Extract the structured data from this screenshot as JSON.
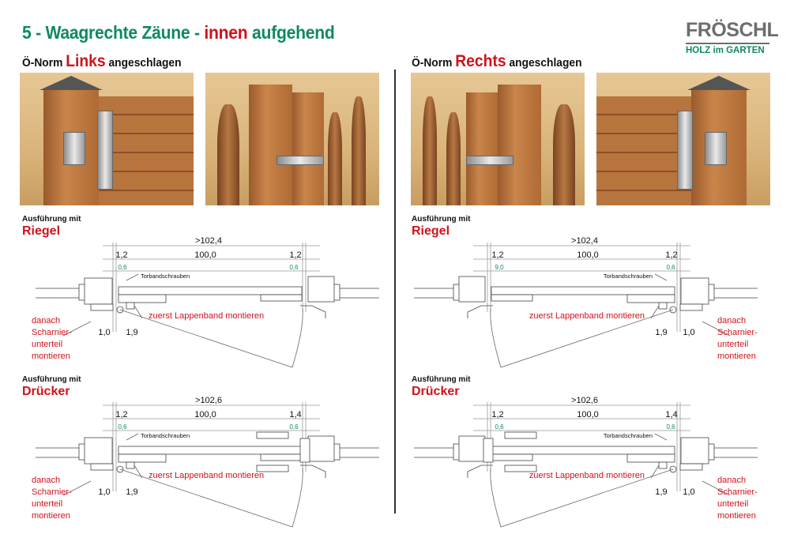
{
  "title": {
    "prefix": "5 - Waagrechte Zäune - ",
    "highlight": "innen",
    "suffix": " aufgehend"
  },
  "logo": {
    "name": "FRÖSCHL",
    "tagline": "HOLZ im GARTEN"
  },
  "colors": {
    "green": "#0e8a5f",
    "red": "#d0121b",
    "logo_gray": "#6d6e70"
  },
  "left": {
    "heading": {
      "prefix": "Ö-Norm ",
      "highlight": "Links",
      "suffix": " angeschlagen"
    },
    "riegel": {
      "caption": "Ausführung mit",
      "type": "Riegel",
      "total": ">102,4",
      "dim_hinge": "1,2",
      "dim_mid": "100,0",
      "dim_latch": "1,2",
      "gap_hinge": "0,6",
      "gap_latch": "0,6",
      "screws": "Torbandschrauben",
      "step1": "zuerst Lappenband montieren",
      "step2": [
        "danach",
        "Scharnier-",
        "unterteil",
        "montieren"
      ],
      "dim_a": "1,0",
      "dim_b": "1,9"
    },
    "druecker": {
      "caption": "Ausführung mit",
      "type": "Drücker",
      "total": ">102,6",
      "dim_hinge": "1,2",
      "dim_mid": "100,0",
      "dim_latch": "1,4",
      "gap_hinge": "0,6",
      "gap_latch": "0,6",
      "screws": "Torbandschrauben",
      "step1": "zuerst Lappenband montieren",
      "step2": [
        "danach",
        "Scharnier-",
        "unterteil",
        "montieren"
      ],
      "dim_a": "1,0",
      "dim_b": "1,9"
    }
  },
  "right": {
    "heading": {
      "prefix": "Ö-Norm ",
      "highlight": "Rechts",
      "suffix": " angeschlagen"
    },
    "riegel": {
      "caption": "Ausführung mit",
      "type": "Riegel",
      "total": ">102,4",
      "dim_hinge": "1,2",
      "dim_mid": "100,0",
      "dim_latch": "1,2",
      "gap_hinge": "9,0",
      "gap_latch": "0,6",
      "screws": "Torbandschrauben",
      "step1": "zuerst Lappenband montieren",
      "step2": [
        "danach",
        "Scharnier-",
        "unterteil",
        "montieren"
      ],
      "dim_a": "1,0",
      "dim_b": "1,9"
    },
    "druecker": {
      "caption": "Ausführung mit",
      "type": "Drücker",
      "total": ">102,6",
      "dim_hinge": "1,2",
      "dim_mid": "100,0",
      "dim_latch": "1,4",
      "gap_hinge": "0,6",
      "gap_latch": "0,6",
      "screws": "Torbandschrauben",
      "step1": "zuerst Lappenband montieren",
      "step2": [
        "danach",
        "Scharnier-",
        "unterteil",
        "montieren"
      ],
      "dim_a": "1,0",
      "dim_b": "1,9"
    }
  }
}
